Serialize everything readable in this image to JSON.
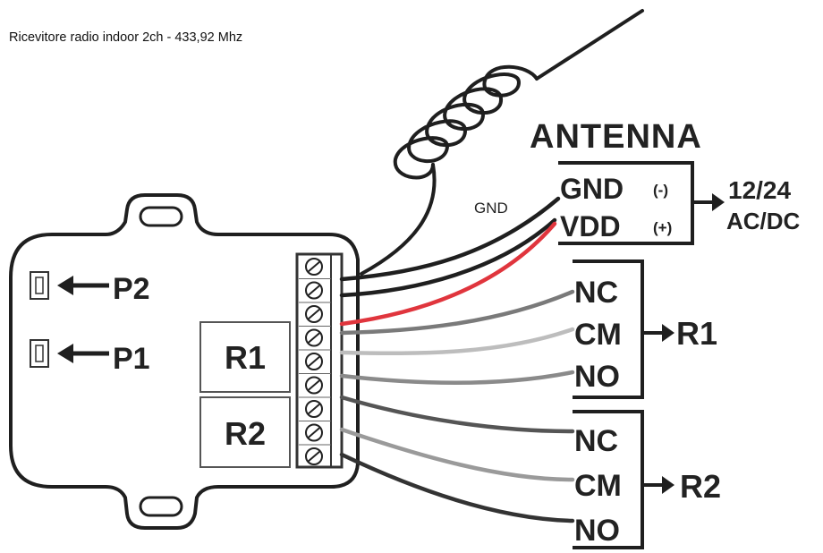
{
  "caption": "Ricevitore radio indoor 2ch - 433,92 Mhz",
  "antenna_label": "ANTENNA",
  "gnd_wire_label": "GND",
  "power": {
    "gnd": "GND",
    "gnd_sign": "(-)",
    "vdd": "VDD",
    "vdd_sign": "(+)",
    "supply_line1": "12/24",
    "supply_line2": "AC/DC"
  },
  "buttons": {
    "p2": "P2",
    "p1": "P1"
  },
  "relays": {
    "r1": "R1",
    "r2": "R2"
  },
  "relay1_contacts": [
    "NC",
    "CM",
    "NO"
  ],
  "relay1_name": "R1",
  "relay2_contacts": [
    "NC",
    "CM",
    "NO"
  ],
  "relay2_name": "R2",
  "colors": {
    "line": "#1f1f1f",
    "red_wire": "#e0353d",
    "grey_wire": "#7a7a7a"
  }
}
